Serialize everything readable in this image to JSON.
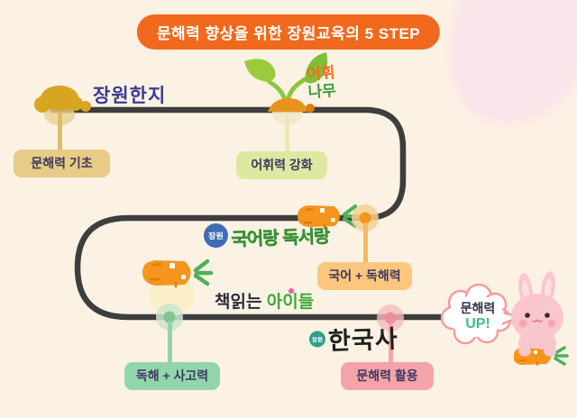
{
  "title": {
    "text": "문해력 향상을 위한 장원교육의 5 STEP",
    "bg_color": "#f2691d",
    "text_color": "#ffffff"
  },
  "background_color": "#fcf2e3",
  "path_color": "#3e3e3e",
  "steps": [
    {
      "logo": "장원한지",
      "logo_color": "#3b3b94",
      "label": "문해력 기초",
      "box_color": "#e7cb86",
      "icon": "tree-icon"
    },
    {
      "logo_part1": "어휘",
      "logo_part2": "나무",
      "logo_colors": [
        "#f26f21",
        "#3f9c35"
      ],
      "label": "어휘력 강화",
      "box_color": "#dde8a1",
      "icon": "sprout-icon"
    },
    {
      "badge": "장원",
      "logo": "국어랑 독서랑",
      "logo_color": "#379a33",
      "label": "국어 + 독해력",
      "box_color": "#fcc77d",
      "icon": "carrot-icon"
    },
    {
      "logo_part1": "책읽는",
      "logo_part2": "아이들",
      "logo_colors": [
        "#2d2d3a",
        "#3faa3c"
      ],
      "label": "독해 + 사고력",
      "box_color": "#93d5ab",
      "icon": "carrot-icon"
    },
    {
      "badge": "장원",
      "logo": "한국사",
      "logo_color": "#1f1f1f",
      "label": "문해력 활용",
      "box_color": "#f4a3a9",
      "icon": "dot-marker"
    }
  ],
  "mascot": {
    "bubble_line1": "문해력",
    "bubble_line2": "UP!",
    "bubble_up_color": "#41bd85",
    "character": "pink-rabbit-with-carrot"
  }
}
